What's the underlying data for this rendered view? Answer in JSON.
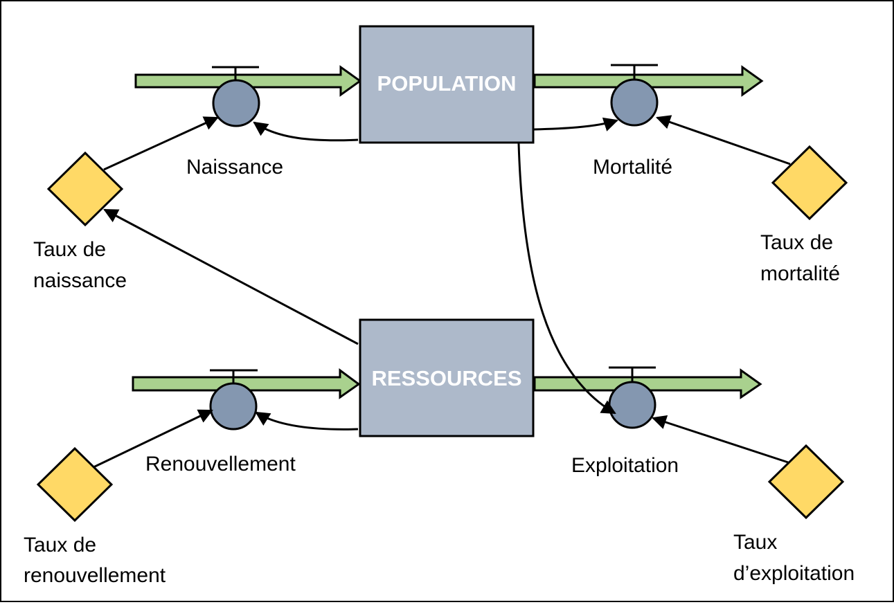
{
  "diagram": {
    "stocks": {
      "population": "POPULATION",
      "ressources": "RESSOURCES"
    },
    "flows": {
      "naissance": "Naissance",
      "mortalite": "Mortalité",
      "renouvellement": "Renouvellement",
      "exploitation": "Exploitation"
    },
    "parameters": {
      "taux_naissance": [
        "Taux de",
        "naissance"
      ],
      "taux_mortalite": [
        "Taux de",
        "mortalité"
      ],
      "taux_renouvellement": [
        "Taux de",
        "renouvellement"
      ],
      "taux_exploitation": [
        "Taux",
        "d’exploitation"
      ]
    }
  },
  "colors": {
    "stock_fill": "#adb9ca",
    "valve_fill": "#8497b0",
    "flow_pipe": "#a9d18e",
    "parameter_fill": "#ffd966",
    "line": "#000000"
  },
  "icons": {
    "stock": "rectangle-box",
    "valve": "valve-circle",
    "parameter": "diamond",
    "link": "arrow"
  }
}
